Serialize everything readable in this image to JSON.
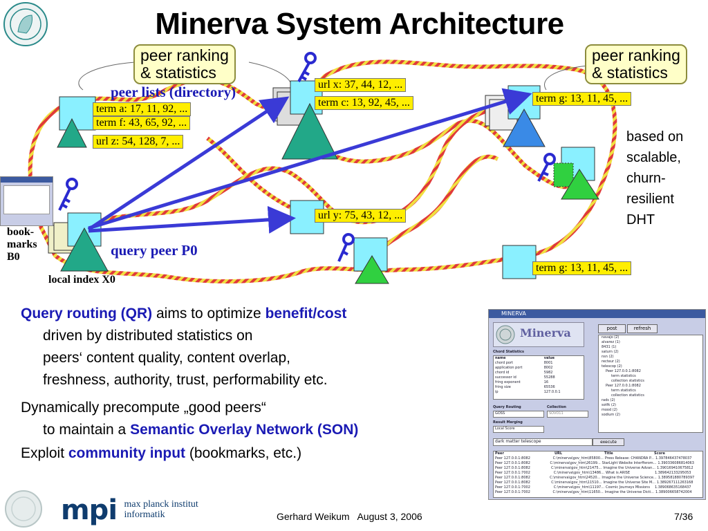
{
  "title": "Minerva System Architecture",
  "callouts": {
    "left": {
      "line1": "peer ranking",
      "line2": "& statistics"
    },
    "right": {
      "line1": "peer ranking",
      "line2": "& statistics"
    }
  },
  "diagram": {
    "peer_lists_label": "peer lists (directory)",
    "term_a": "term a: 17, 11, 92, ...",
    "term_f": "term f: 43, 65, 92, ...",
    "url_z": "url z: 54, 128, 7, ...",
    "url_x": "url x: 37, 44, 12, ...",
    "term_c": "term c: 13, 92, 45, ...",
    "term_g_top": "term g: 13, 11, 45, ...",
    "url_y": "url y: 75, 43, 12, ...",
    "term_g_bottom": "term g: 13, 11, 45, ...",
    "bookmarks_line1": "book-",
    "bookmarks_line2": "marks",
    "bookmarks_line3": "B0",
    "query_peer": "query peer P0",
    "local_index": "local index X0",
    "colors": {
      "link": "#3a3ad6",
      "ring_red": "#e03a3a",
      "ring_yellow": "#f0e040",
      "node_cyan": "#8af0ff",
      "tri_teal": "#22a888",
      "tri_blue": "#3a8ae6",
      "tri_green": "#30d040"
    }
  },
  "dht_note": {
    "lines": [
      "based on",
      "scalable,",
      "churn-",
      "resilient",
      "DHT"
    ]
  },
  "bullets": {
    "b1_kw1": "Query routing (QR)",
    "b1_t1": " aims to optimize ",
    "b1_kw2": "benefit/cost",
    "b1_l2": "driven by distributed statistics on",
    "b1_l3": "peers‘ content quality, content overlap,",
    "b1_l4": "freshness, authority, trust, performability etc.",
    "b2_l1": "Dynamically precompute „good peers“",
    "b2_l2_pre": "to maintain a ",
    "b2_l2_kw": "Semantic Overlay Network (SON)",
    "b3_pre": "Exploit ",
    "b3_kw": "community input",
    "b3_post": " (bookmarks, etc.)"
  },
  "app": {
    "window_title": "MINERVA",
    "logo_text": "Minerva",
    "post_button": "post",
    "refresh_button": "refresh",
    "chord_stats_label": "Chord Statistics",
    "stats_headers": [
      "name",
      "value"
    ],
    "stats_rows": [
      [
        "chord port",
        "8001"
      ],
      [
        "application port",
        "8002"
      ],
      [
        "chord id",
        "5982"
      ],
      [
        "successor id",
        "55288"
      ],
      [
        "fring exponent",
        "16"
      ],
      [
        "fring size",
        "65536"
      ],
      [
        "ip",
        "127.0.0.1"
      ]
    ],
    "tree_items": [
      "navajo (2)",
      "alvarez (1)",
      "8431 (1)",
      "saturn (2)",
      "nsn (2)",
      "recteur (2)",
      "telescop (2)",
      "Peer 127.0.0.1:8082",
      "term statistics",
      "collection statistics",
      "Peer 127.0.0.1:8082",
      "term statistics",
      "collection statistics",
      "rads (2)",
      "sotfk (2)",
      "mood (2)",
      "sodium (2)"
    ],
    "query_routing_label": "Query Routing",
    "query_routing_value": "GOSS",
    "collection_label": "Collection",
    "collection_value": "SOVO11",
    "result_merging_label": "Result Merging",
    "result_merging_value": "Local Score",
    "query_input": "dark matter telescope",
    "execute_button": "execute",
    "results_headers": [
      "Peer",
      "URL",
      "Title",
      "Score"
    ],
    "results_rows": [
      [
        "Peer 127.0.0.1:8082",
        "C:\\minerva\\gov_htm\\85800...",
        "Press Release: CHANDRA P...",
        "1.397846437478037"
      ],
      [
        "Peer 127.0.0.1:8082",
        "C:\\minerva\\gov_htm\\26199...",
        "StarLight Website Interfferom...",
        "1.390336086814063"
      ],
      [
        "Peer 127.0.0.1:8082",
        "C:\\minerva\\gov_htm\\21475...",
        "Imagine the Universe Advan...",
        "1.390169410675812"
      ],
      [
        "Peer 127.0.0.1:7002",
        "C:\\minerva\\gov_htm\\13486...",
        "What is ARISE",
        "1.389642133295053"
      ],
      [
        "Peer 127.0.0.1:8082",
        "C:\\minerva\\gov_htm\\24520...",
        "Imagine the Universe Science...",
        "1.389581880789397"
      ],
      [
        "Peer 127.0.0.1:8082",
        "C:\\minerva\\gov_htm\\11510...",
        "Imagine the Universe Site M...",
        "1.389267111263168"
      ],
      [
        "Peer 127.0.0.1:7002",
        "C:\\minerva\\gov_htm\\11197...",
        "Cosmic Journeys Missions",
        "1.389068635168437"
      ],
      [
        "Peer 127.0.0.1:7002",
        "C:\\minerva\\gov_htm\\11650...",
        "Imagine the Universe Dicti...",
        "1.389006658742004"
      ]
    ]
  },
  "footer": {
    "author": "Gerhard Weikum",
    "date": "August 3, 2006",
    "page": "7/36"
  },
  "mpi": {
    "logo_letters": "mpi",
    "line1": "max planck institut",
    "line2": "informatik"
  }
}
